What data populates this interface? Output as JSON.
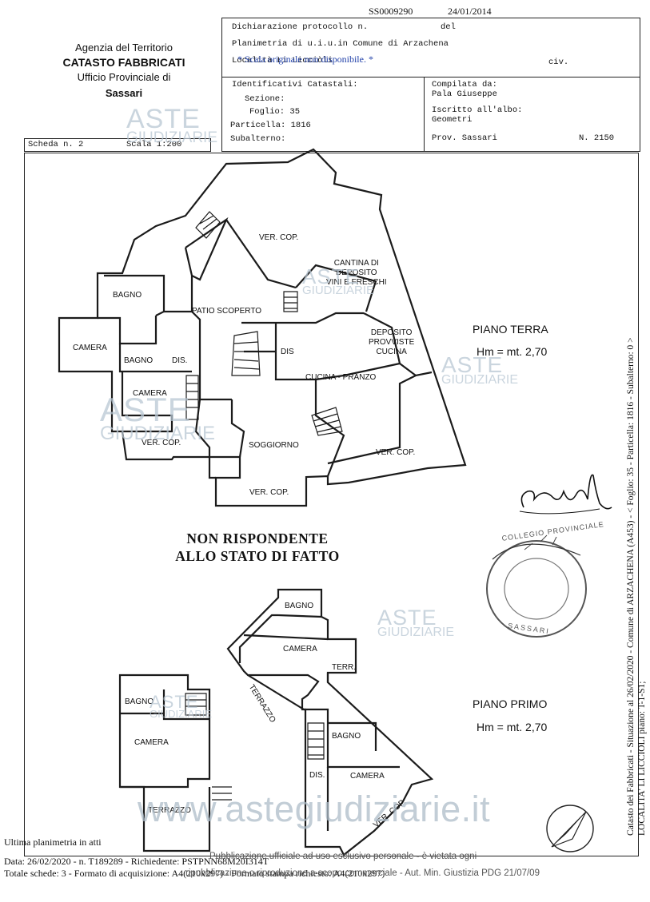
{
  "top": {
    "protocol_code": "SS0009290",
    "date": "24/01/2014"
  },
  "agency": {
    "line1": "Agenzia del Territorio",
    "line2": "CATASTO FABBRICATI",
    "line3": "Ufficio Provinciale di",
    "line4": "Sassari"
  },
  "header": {
    "declaration": "Dichiarazione protocollo n.",
    "del": "del",
    "planimetria": "Planimetria di u.i.u.in Comune di Arzachena",
    "localita_overlay": "Località Li Licciòli",
    "notice": "* Scala originale non disponibile. *",
    "civ": "civ."
  },
  "identifiers": {
    "title": "Identificativi Catastali:",
    "sezione": "Sezione:",
    "foglio": "Foglio: 35",
    "particella": "Particella: 1816",
    "subalterno": "Subalterno:"
  },
  "compiler": {
    "compilata_da": "Compilata da:",
    "name": "Pala Giuseppe",
    "iscritto": "Iscritto all'albo:",
    "albo": "Geometri",
    "prov": "Prov. Sassari",
    "num": "N.   2150"
  },
  "scheda": {
    "label": "Scheda n. 2",
    "scala": "Scala 1:200"
  },
  "rooms": {
    "ver_cop_top": "VER. COP.",
    "cantina": "CANTINA DI\nDEPOSITO\nVINI E FRESCHI",
    "bagno1": "BAGNO",
    "patio": "PATIO  SCOPERTO",
    "camera1": "CAMERA",
    "bagno2": "BAGNO",
    "dis1": "DIS.",
    "dis2": "DIS",
    "deposito": "DEPOSITO\nPROVVISTE\nCUCINA",
    "cucina": "CUCINA - PRANZO",
    "camera2": "CAMERA",
    "ver_cop_left": "VER. COP.",
    "soggiorno": "SOGGIORNO",
    "ver_cop_right": "VER. COP.",
    "ver_cop_bottom": "VER. COP.",
    "bagno_p1": "BAGNO",
    "camera_p1": "CAMERA",
    "terr": "TERR.",
    "terrazzo_diag": "TERRAZZO",
    "bagno_p2": "BAGNO",
    "camera_p2": "CAMERA",
    "bagno_p3": "BAGNO",
    "camera_p3": "CAMERA",
    "dis_p": "DIS.",
    "terrazzo_bottom": "TERRAZZO",
    "ver_cop_p": "VER. COP."
  },
  "floors": {
    "terra": "PIANO TERRA",
    "terra_h": "Hm = mt. 2,70",
    "primo": "PIANO PRIMO",
    "primo_h": "Hm = mt. 2,70"
  },
  "stamp_text": "NON RISPONDENTE\nALLO STATO DI FATTO",
  "seal": {
    "top": "COLLEGIO PROVINCIALE",
    "bottom": "SASSARI"
  },
  "watermark": {
    "aste": "ASTE",
    "giudiziarie": "GIUDIZIARIE",
    "url": "www.astegiudiziarie.it"
  },
  "footer": {
    "ultima": "Ultima planimetria in atti",
    "data_line": "Data: 26/02/2020 - n. T189289 - Richiedente: PSTPNN68M20I314T",
    "totale_line": "Totale schede: 3 - Formato di acquisizione: A4(210x297) - Formato stampa richiesto: A4(210x297)",
    "pub1": "Pubblicazione ufficiale ad uso esclusivo personale - è vietata ogni",
    "pub2": "ripubblicazione o riproduzione a scopo commerciale - Aut. Min. Giustizia PDG 21/07/09"
  },
  "side": {
    "line1": "Catasto dei Fabbricati - Situazione al 26/02/2020 - Comune di ARZACHENA (A453) - < Foglio: 35 - Particella: 1816 - Subalterno: 0 >",
    "line2": "LOCALITA' LI LICCIOLI piano: T-1-S1;"
  }
}
